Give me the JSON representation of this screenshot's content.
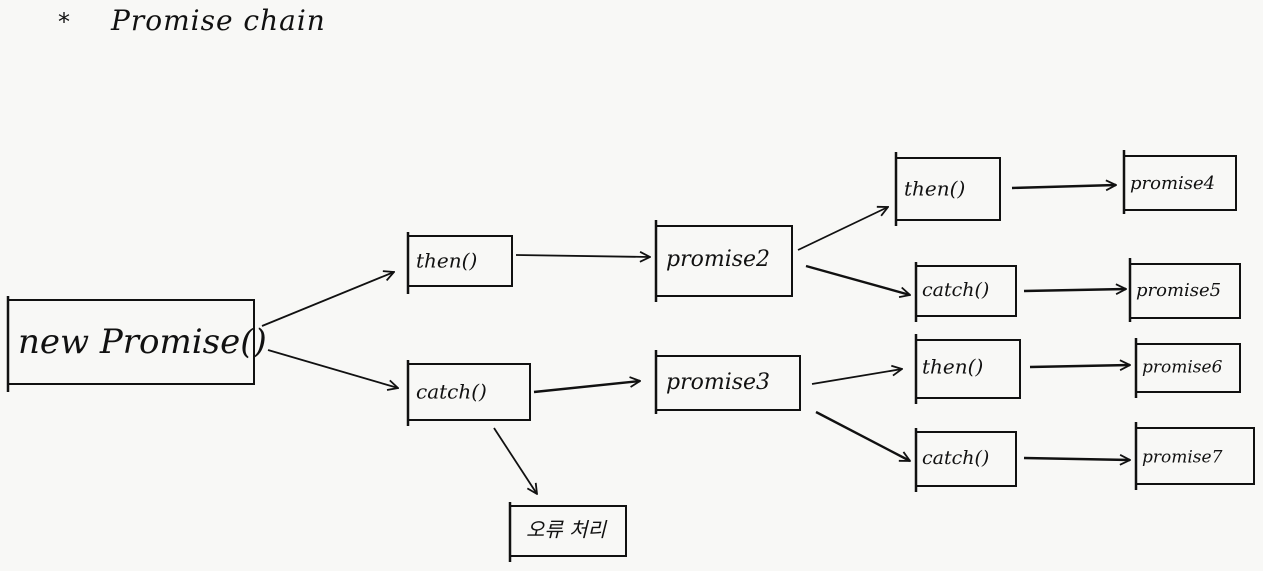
{
  "title": {
    "bullet": "*",
    "text": "Promise chain"
  },
  "nodes": {
    "new_promise": "new Promise()",
    "then_1": "then()",
    "catch_1": "catch()",
    "promise2": "promise2",
    "promise3": "promise3",
    "error_handling": "오류 처리",
    "then_2": "then()",
    "catch_2": "catch()",
    "then_3": "then()",
    "catch_3": "catch()",
    "promise4": "promise4",
    "promise5": "promise5",
    "promise6": "promise6",
    "promise7": "promise7"
  },
  "edges": [
    [
      "new_promise",
      "then_1"
    ],
    [
      "new_promise",
      "catch_1"
    ],
    [
      "then_1",
      "promise2"
    ],
    [
      "catch_1",
      "promise3"
    ],
    [
      "catch_1",
      "error_handling"
    ],
    [
      "promise2",
      "then_2"
    ],
    [
      "promise2",
      "catch_2"
    ],
    [
      "promise3",
      "then_3"
    ],
    [
      "promise3",
      "catch_3"
    ],
    [
      "then_2",
      "promise4"
    ],
    [
      "catch_2",
      "promise5"
    ],
    [
      "then_3",
      "promise6"
    ],
    [
      "catch_3",
      "promise7"
    ]
  ]
}
